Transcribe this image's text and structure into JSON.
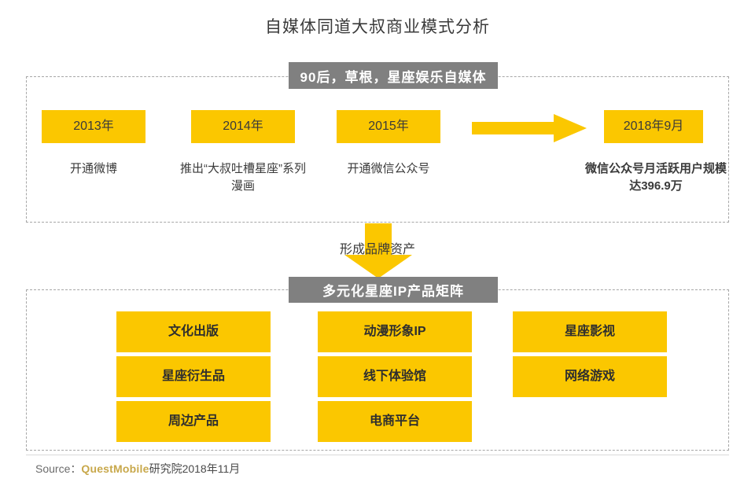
{
  "page": {
    "title": "自媒体同道大叔商业模式分析"
  },
  "colors": {
    "accent_yellow": "#FBC700",
    "banner_gray": "#808080",
    "brand_gold": "#C8A84B",
    "text_dark": "#3A3A3A",
    "panel_border": "#A6A6A6"
  },
  "timeline": {
    "banner_label": "90后，草根，星座娱乐自媒体",
    "items": [
      {
        "chip": "2013年",
        "caption": "开通微博",
        "bold": false
      },
      {
        "chip": "2014年",
        "caption": "推出“大叔吐槽星座”系列漫画",
        "bold": false
      },
      {
        "chip": "2015年",
        "caption": "开通微信公众号",
        "bold": false
      },
      {
        "chip": "2018年9月",
        "caption": "微信公众号月活跃用户规模达396.9万",
        "bold": true
      }
    ],
    "arrow_right": "right-arrow-icon"
  },
  "connector": {
    "label": "形成品牌资产",
    "arrow": "down-arrow-icon"
  },
  "matrix": {
    "banner_label": "多元化星座IP产品矩阵",
    "columns": [
      {
        "items": [
          "文化出版",
          "星座衍生品",
          "周边产品"
        ]
      },
      {
        "items": [
          "动漫形象IP",
          "线下体验馆",
          "电商平台"
        ]
      },
      {
        "items": [
          "星座影视",
          "网络游戏"
        ]
      }
    ]
  },
  "footer": {
    "source_prefix": "Source：",
    "source_brand": "QuestMobile",
    "source_suffix": "研究院2018年11月"
  }
}
